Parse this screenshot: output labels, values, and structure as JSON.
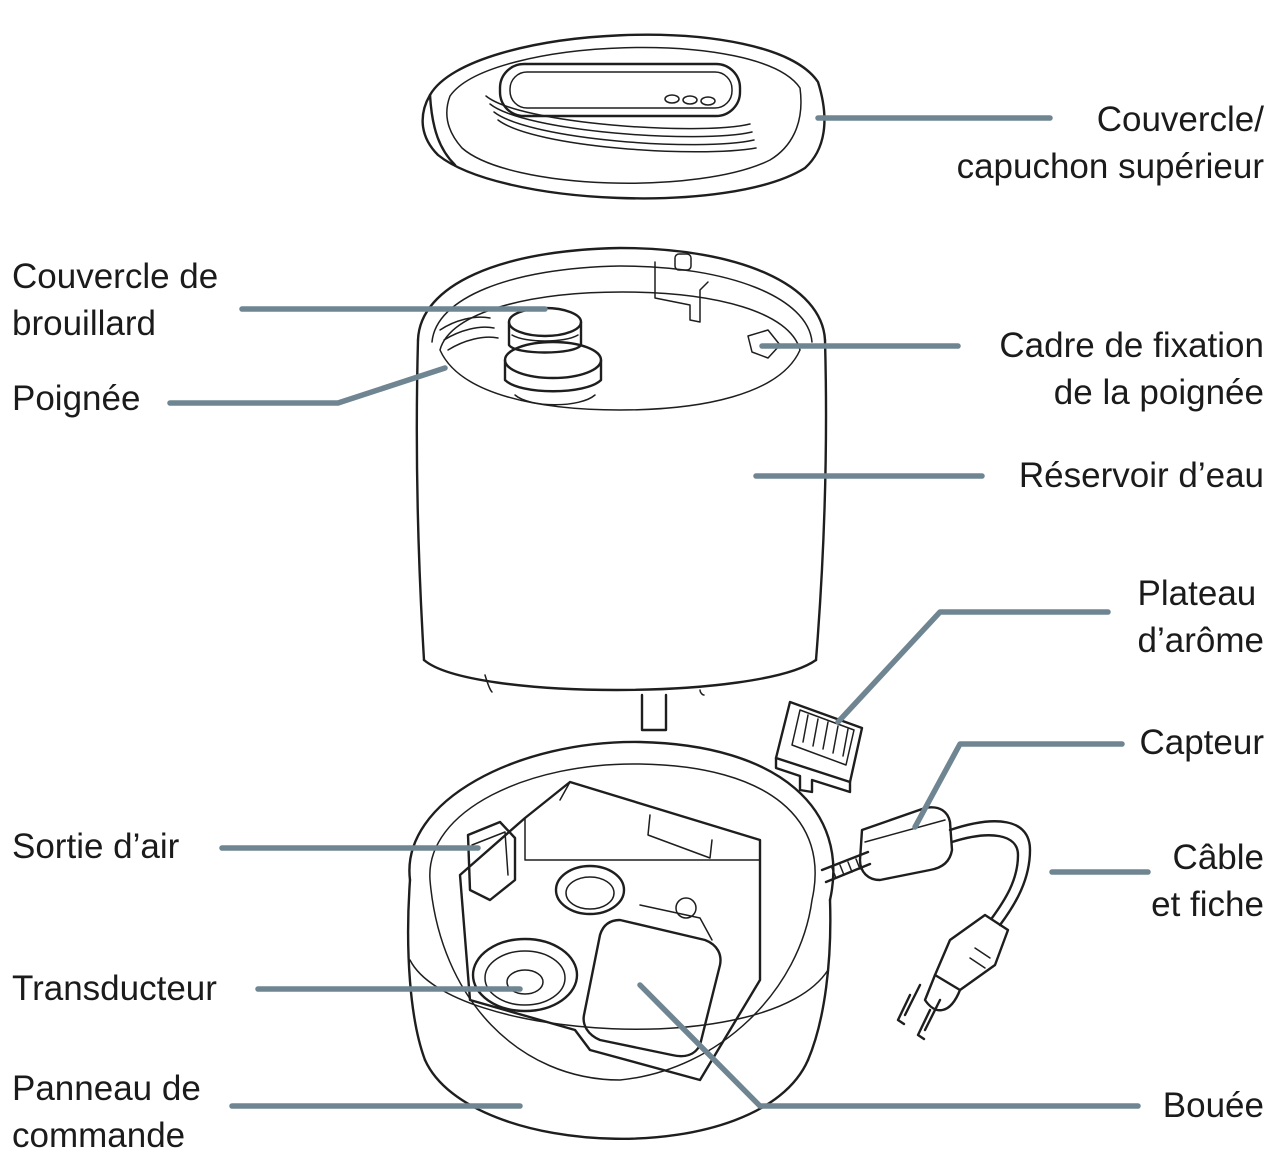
{
  "colors": {
    "leader": "#6f8591",
    "ink": "#1e1e1e",
    "background": "#ffffff"
  },
  "labels": {
    "lid_top_cap": {
      "line1": "Couvercle/",
      "line2": "capuchon supérieur"
    },
    "mist_cover": {
      "line1": "Couvercle de",
      "line2": "brouillard"
    },
    "handle": {
      "line1": "Poignée"
    },
    "handle_frame": {
      "line1": "Cadre de fixation",
      "line2": "de la poignée"
    },
    "water_tank": {
      "line1": "Réservoir d’eau"
    },
    "aroma_tray": {
      "line1": "Plateau",
      "line2": "d’arôme"
    },
    "sensor": {
      "line1": "Capteur"
    },
    "air_outlet": {
      "line1": "Sortie d’air"
    },
    "cable_plug": {
      "line1": "Câble",
      "line2": "et fiche"
    },
    "transducer": {
      "line1": "Transducteur"
    },
    "control_panel": {
      "line1": "Panneau de",
      "line2": "commande"
    },
    "float": {
      "line1": "Bouée"
    }
  }
}
